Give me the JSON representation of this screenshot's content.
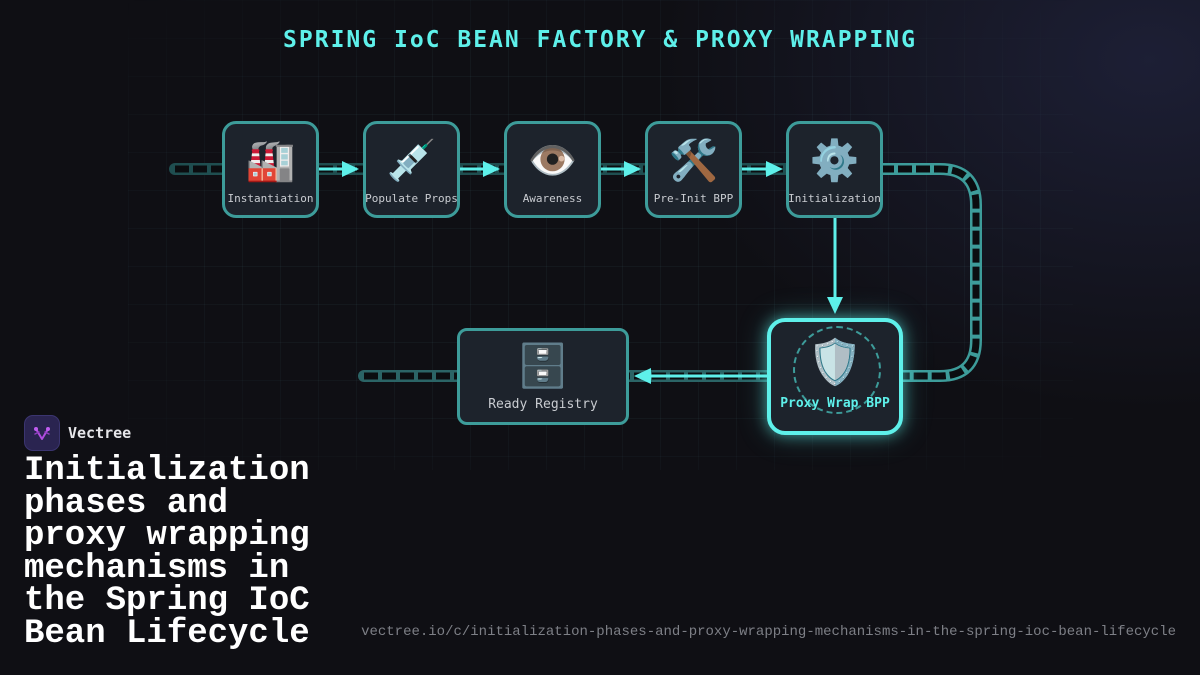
{
  "title": "SPRING IoC BEAN FACTORY & PROXY WRAPPING",
  "nodes": [
    {
      "id": "instantiation",
      "label": "Instantiation",
      "icon": "factory-icon",
      "glyph": "🏭"
    },
    {
      "id": "populate-props",
      "label": "Populate Props",
      "icon": "syringe-icon",
      "glyph": "💉"
    },
    {
      "id": "awareness",
      "label": "Awareness",
      "icon": "eye-icon",
      "glyph": "👁️"
    },
    {
      "id": "pre-init-bpp",
      "label": "Pre-Init BPP",
      "icon": "hammer-wrench-icon",
      "glyph": "🛠️"
    },
    {
      "id": "initialization",
      "label": "Initialization",
      "icon": "gear-icon",
      "glyph": "⚙️"
    },
    {
      "id": "proxy-wrap-bpp",
      "label": "Proxy Wrap BPP",
      "icon": "shield-icon",
      "glyph": "🛡️",
      "highlighted": true
    },
    {
      "id": "ready-registry",
      "label": "Ready Registry",
      "icon": "file-cabinet-icon",
      "glyph": "🗄️"
    }
  ],
  "edges": [
    [
      "instantiation",
      "populate-props"
    ],
    [
      "populate-props",
      "awareness"
    ],
    [
      "awareness",
      "pre-init-bpp"
    ],
    [
      "pre-init-bpp",
      "initialization"
    ],
    [
      "initialization",
      "proxy-wrap-bpp"
    ],
    [
      "proxy-wrap-bpp",
      "ready-registry"
    ]
  ],
  "colors": {
    "accent": "#5ef0ea",
    "track": "#3d9c9a",
    "node_bg": "#1d232c",
    "background": "#0f0f14"
  },
  "brand": {
    "name": "Vectree"
  },
  "headline": "Initialization\nphases and\nproxy wrapping\nmechanisms in\nthe Spring IoC\nBean Lifecycle",
  "url": "vectree.io/c/initialization-phases-and-proxy-wrapping-mechanisms-in-the-spring-ioc-bean-lifecycle"
}
